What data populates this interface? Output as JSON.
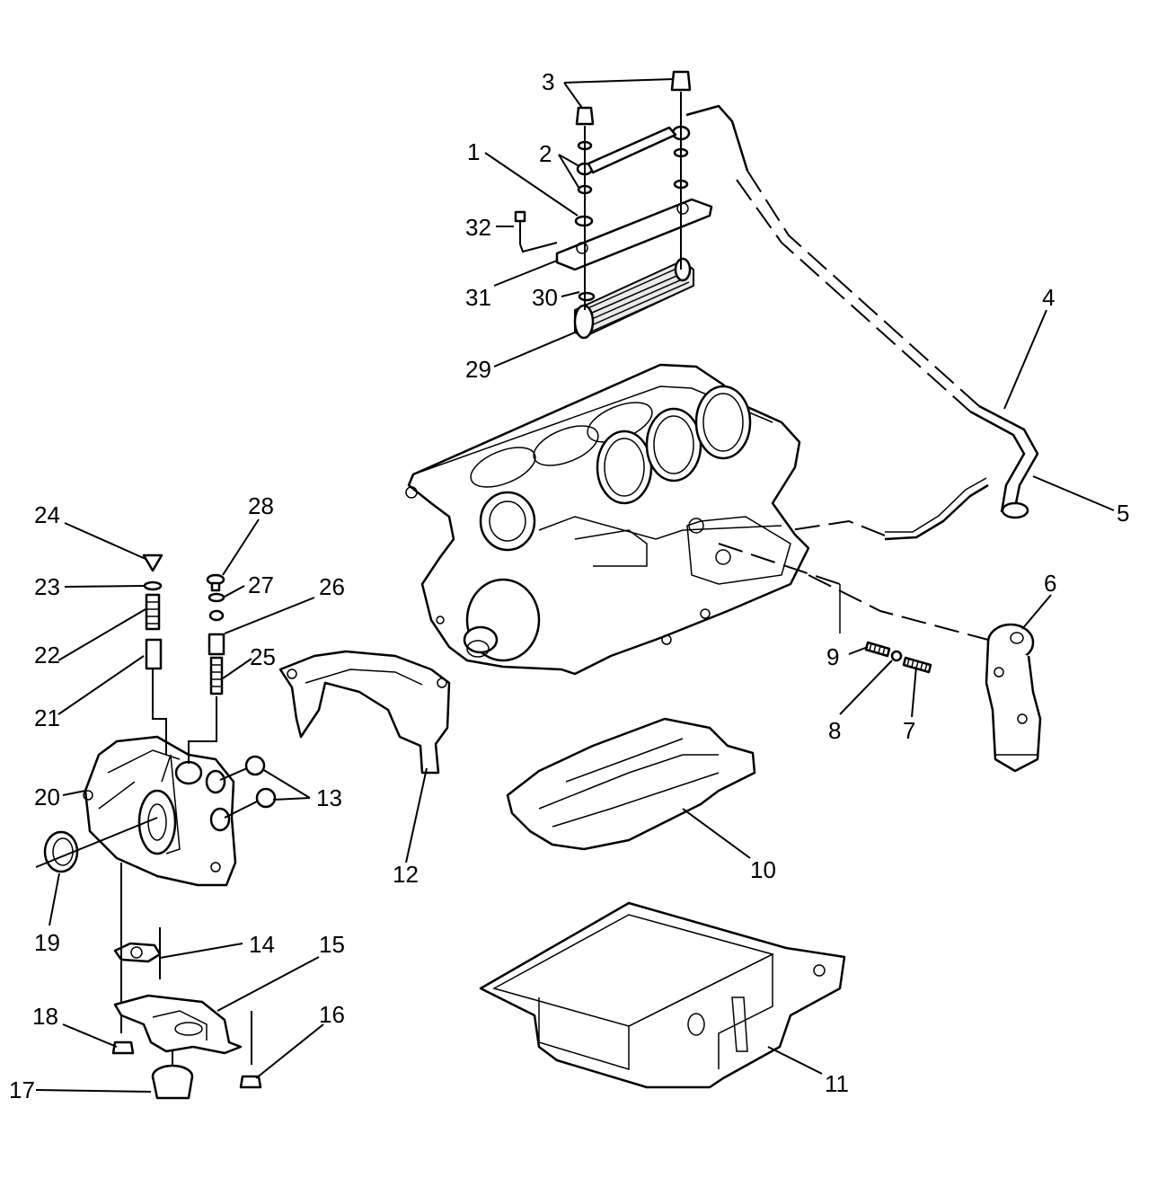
{
  "callouts": [
    {
      "id": "1",
      "text": "1"
    },
    {
      "id": "2",
      "text": "2"
    },
    {
      "id": "3",
      "text": "3"
    },
    {
      "id": "4",
      "text": "4"
    },
    {
      "id": "5",
      "text": "5"
    },
    {
      "id": "6",
      "text": "6"
    },
    {
      "id": "7",
      "text": "7"
    },
    {
      "id": "8",
      "text": "8"
    },
    {
      "id": "9",
      "text": "9"
    },
    {
      "id": "10",
      "text": "10"
    },
    {
      "id": "11",
      "text": "11"
    },
    {
      "id": "12",
      "text": "12"
    },
    {
      "id": "13",
      "text": "13"
    },
    {
      "id": "14",
      "text": "14"
    },
    {
      "id": "15",
      "text": "15"
    },
    {
      "id": "16",
      "text": "16"
    },
    {
      "id": "17",
      "text": "17"
    },
    {
      "id": "18",
      "text": "18"
    },
    {
      "id": "19",
      "text": "19"
    },
    {
      "id": "20",
      "text": "20"
    },
    {
      "id": "21",
      "text": "21"
    },
    {
      "id": "22",
      "text": "22"
    },
    {
      "id": "23",
      "text": "23"
    },
    {
      "id": "24",
      "text": "24"
    },
    {
      "id": "25",
      "text": "25"
    },
    {
      "id": "26",
      "text": "26"
    },
    {
      "id": "27",
      "text": "27"
    },
    {
      "id": "28",
      "text": "28"
    },
    {
      "id": "29",
      "text": "29"
    },
    {
      "id": "30",
      "text": "30"
    },
    {
      "id": "31",
      "text": "31"
    },
    {
      "id": "32",
      "text": "32"
    }
  ],
  "colors": {
    "line": "#000000",
    "background": "#ffffff",
    "shade": "#e9e9e9"
  }
}
